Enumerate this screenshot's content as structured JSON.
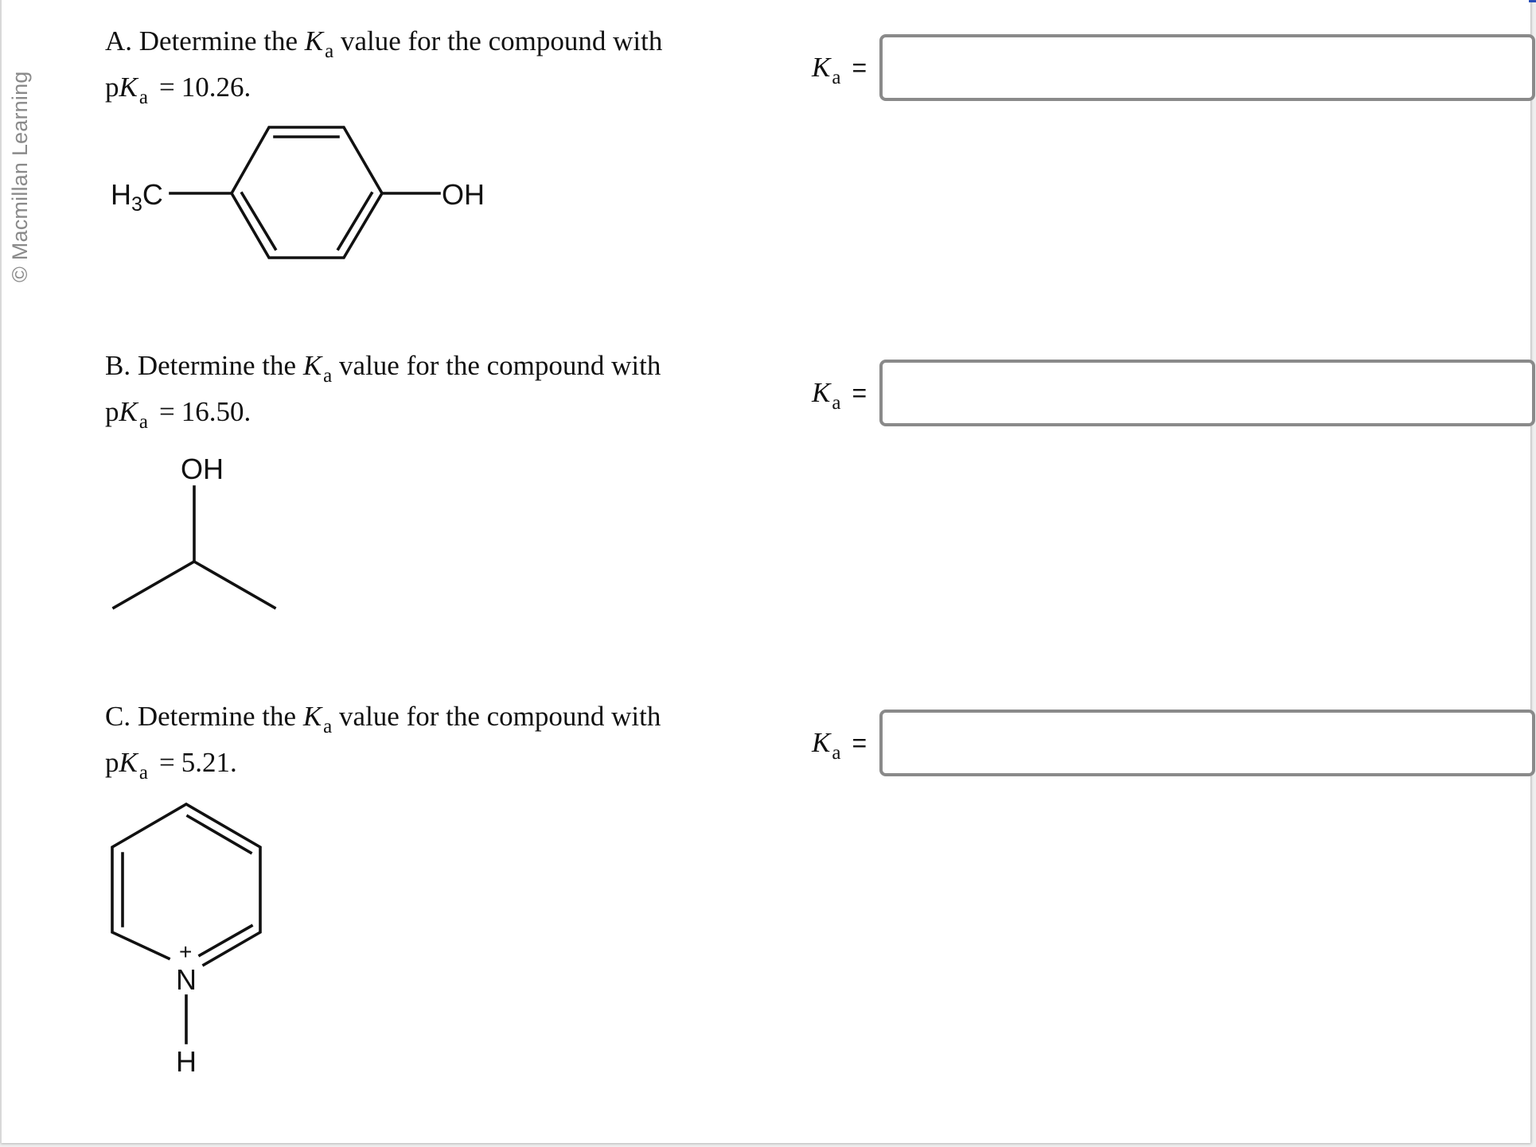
{
  "watermark": "© Macmillan Learning",
  "questions": [
    {
      "id": "A",
      "prefix": "A. Determine the ",
      "symbol": "K",
      "subscript": "a",
      "suffix": " value for the compound with",
      "pka_prefix": "p",
      "pka_symbol": "K",
      "pka_subscript": "a",
      "pka_eq": "=",
      "pka_value": "10.26.",
      "compound": "4-methylphenol (p-cresol)",
      "labels": {
        "left": "H",
        "left_sub": "3",
        "left_c": "C",
        "right": "OH"
      },
      "answer_label": {
        "symbol": "K",
        "subscript": "a",
        "eq": "="
      },
      "answer_value": ""
    },
    {
      "id": "B",
      "prefix": "B. Determine the ",
      "symbol": "K",
      "subscript": "a",
      "suffix": " value for the compound with",
      "pka_prefix": "p",
      "pka_symbol": "K",
      "pka_subscript": "a",
      "pka_eq": "=",
      "pka_value": "16.50.",
      "compound": "isopropanol",
      "labels": {
        "top": "OH"
      },
      "answer_label": {
        "symbol": "K",
        "subscript": "a",
        "eq": "="
      },
      "answer_value": ""
    },
    {
      "id": "C",
      "prefix": "C. Determine the ",
      "symbol": "K",
      "subscript": "a",
      "suffix": " value for the compound with",
      "pka_prefix": "p",
      "pka_symbol": "K",
      "pka_subscript": "a",
      "pka_eq": "=",
      "pka_value": "5.21.",
      "compound": "pyridinium",
      "labels": {
        "n": "N",
        "charge": "+",
        "h": "H"
      },
      "answer_label": {
        "symbol": "K",
        "subscript": "a",
        "eq": "="
      },
      "answer_value": ""
    }
  ],
  "colors": {
    "input_border": "#8a8a8a",
    "text": "#111111",
    "watermark": "#8a8a8a",
    "accent": "#2a4fb8"
  }
}
